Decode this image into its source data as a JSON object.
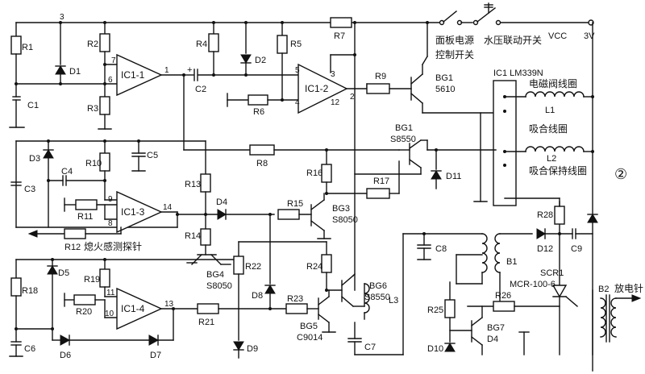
{
  "labels": {
    "R1": "R1",
    "R2": "R2",
    "R3": "R3",
    "R4": "R4",
    "R5": "R5",
    "R6": "R6",
    "R7": "R7",
    "R8": "R8",
    "R9": "R9",
    "R10": "R10",
    "R11": "R11",
    "R12": "R12",
    "R13": "R13",
    "R14": "R14",
    "R15": "R15",
    "R16": "R16",
    "R17": "R17",
    "R18": "R18",
    "R19": "R19",
    "R20": "R20",
    "R21": "R21",
    "R22": "R22",
    "R23": "R23",
    "R24": "R24",
    "R25": "R25",
    "R26": "R26",
    "R28": "R28",
    "C1": "C1",
    "C2": "C2",
    "C3": "C3",
    "C4": "C4",
    "C5": "C5",
    "C6": "C6",
    "C7": "C7",
    "C8": "C8",
    "C9": "C9",
    "D1": "D1",
    "D2": "D2",
    "D3": "D3",
    "D4": "D4",
    "D5": "D5",
    "D6": "D6",
    "D7": "D7",
    "D8": "D8",
    "D9": "D9",
    "D10": "D10",
    "D11": "D11",
    "D12": "D12",
    "IC1_1": "IC1-1",
    "IC1_2": "IC1-2",
    "IC1_3": "IC1-3",
    "IC1_4": "IC1-4",
    "BG1_top": "BG1",
    "BG1_top_type": "5610",
    "BG1_mid": "BG1",
    "BG1_mid_type": "S8550",
    "BG3": "BG3",
    "BG3_type": "S8050",
    "BG4": "BG4",
    "BG4_type": "S8050",
    "BG5": "BG5",
    "BG5_type": "C9014",
    "BG6": "BG6",
    "BG6_type": "S8550",
    "BG7": "BG7",
    "BG7_type": "D4",
    "SCR1": "SCR1",
    "SCR1_type": "MCR-100-6",
    "B1": "B1",
    "B2": "B2",
    "L1": "L1",
    "L2": "L2",
    "L3": "L3",
    "IC1_chip": "IC1  LM339N",
    "VCC": "VCC",
    "V3": "3V",
    "panel_power": "面板电源",
    "control_switch": "控制开关",
    "water_link": "水压联动开关",
    "solenoid_coil": "电磁阀线圈",
    "pull_coil": "吸合线圈",
    "hold_coil": "吸合保持线圈",
    "flame_probe": "熄火感测探针",
    "discharge_pin": "放电针",
    "figure_no": "②",
    "pins": {
      "p1": "1",
      "p2": "2",
      "p3": "3",
      "p4": "4",
      "p5": "5",
      "p6": "6",
      "p7": "7",
      "p8": "8",
      "p9": "9",
      "p10": "10",
      "p11": "11",
      "p12": "12",
      "p13": "13",
      "p14": "14",
      "p3top": "3"
    },
    "plus": "+"
  }
}
